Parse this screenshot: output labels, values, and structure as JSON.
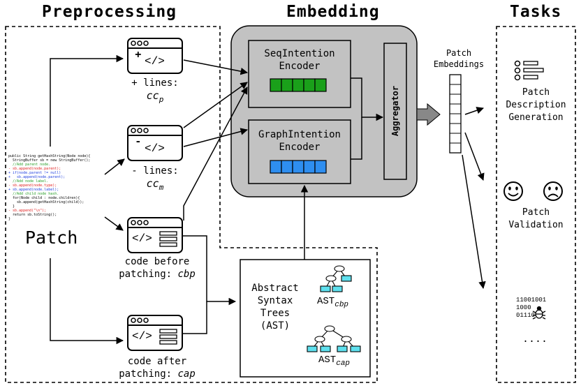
{
  "sections": {
    "preprocessing": "Preprocessing",
    "embedding": "Embedding",
    "tasks": "Tasks"
  },
  "preprocessing": {
    "patch_label": "Patch",
    "code_snippet": [
      {
        "text": "public String getHashString(Node node){",
        "color": "#000000"
      },
      {
        "text": "  StringBuffer sb = new StringBuffer();",
        "color": "#000000"
      },
      {
        "text": "  //Add parent node.",
        "color": "#2aa02a"
      },
      {
        "text": "- sb.append(node.parent);",
        "color": "#e02020"
      },
      {
        "text": "+ if(node.parent != null)",
        "color": "#2040e0"
      },
      {
        "text": "+   sb.append(node.parent);",
        "color": "#2040e0"
      },
      {
        "text": "  //Add node label.",
        "color": "#2aa02a"
      },
      {
        "text": "- sb.append(node.type);",
        "color": "#e02020"
      },
      {
        "text": "+ sb.append(node.label);",
        "color": "#2040e0"
      },
      {
        "text": "  //Add child node hash.",
        "color": "#2aa02a"
      },
      {
        "text": "  for(Node child : node.children){",
        "color": "#000000"
      },
      {
        "text": "    sb.append(getHashString(child));",
        "color": "#000000"
      },
      {
        "text": "  }",
        "color": "#000000"
      },
      {
        "text": "- sb.append(\"\\n\");",
        "color": "#e02020"
      },
      {
        "text": "  return sb.toString();",
        "color": "#000000"
      },
      {
        "text": "}",
        "color": "#000000"
      }
    ],
    "plus_lines": {
      "prefix": "+ lines:",
      "symbol": "cc",
      "sub": "p"
    },
    "minus_lines": {
      "prefix": "- lines:",
      "symbol": "cc",
      "sub": "m"
    },
    "code_before": {
      "line1": "code before",
      "line2": "patching:",
      "abbr": "cbp"
    },
    "code_after": {
      "line1": "code after",
      "line2": "patching:",
      "abbr": "cap"
    },
    "window_tag": "</>",
    "plus_sign": "+",
    "minus_sign": "-"
  },
  "embedding": {
    "seq_encoder": {
      "line1": "SeqIntention",
      "line2": "Encoder",
      "color": "#1aa01a"
    },
    "graph_encoder": {
      "line1": "GraphIntention",
      "line2": "Encoder",
      "color": "#2e8ef0"
    },
    "aggregator": "Aggregator",
    "patch_embeddings": {
      "line1": "Patch",
      "line2": "Embeddings"
    },
    "ast": {
      "line1": "Abstract",
      "line2": "Syntax",
      "line3": "Trees",
      "line4": "(AST)",
      "tree1": {
        "base": "AST",
        "sub": "cbp"
      },
      "tree2": {
        "base": "AST",
        "sub": "cap"
      },
      "node_color": "#5ee0ee"
    }
  },
  "tasks": {
    "description": {
      "line1": "Patch",
      "line2": "Description",
      "line3": "Generation"
    },
    "validation": {
      "line1": "Patch",
      "line2": "Validation"
    },
    "bits": {
      "line1": "11001001",
      "line2": "1000",
      "line3": "01110"
    },
    "ellipsis": "...."
  }
}
